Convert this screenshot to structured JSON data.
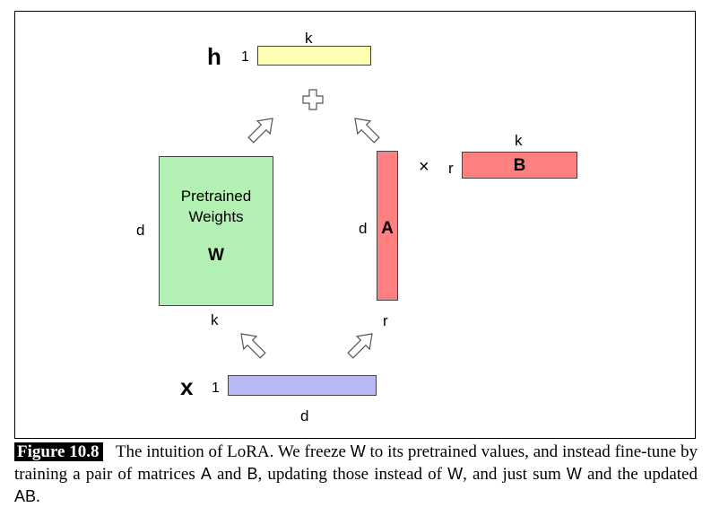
{
  "diagram": {
    "h_symbol": "h",
    "h_rows": "1",
    "h_cols": "k",
    "plus_symbol": "+",
    "w_rows": "d",
    "w_cols": "k",
    "w_text_line1": "Pretrained",
    "w_text_line2": "Weights",
    "w_symbol": "W",
    "a_rows": "d",
    "a_symbol": "A",
    "a_cols": "r",
    "times_symbol": "×",
    "b_rows": "r",
    "b_cols": "k",
    "b_symbol": "B",
    "x_symbol": "x",
    "x_rows": "1",
    "x_cols": "d",
    "colors": {
      "h_fill": "#ffffb3",
      "w_fill": "#b3f0b3",
      "a_fill": "#ff8080",
      "b_fill": "#ff8080",
      "x_fill": "#b8b8f4"
    }
  },
  "caption": {
    "figure_label": "Figure 10.8",
    "seg1": "The intuition of LoRA. We freeze ",
    "w1": "W",
    "seg2": " to its pretrained values, and instead fine-tune by training a pair of matrices ",
    "a": "A",
    "seg3": " and ",
    "b": "B",
    "seg4": ", updating those instead of ",
    "w2": "W",
    "seg5": ", and just sum ",
    "w3": "W",
    "seg6": " and the updated ",
    "ab": "AB",
    "seg7": "."
  }
}
